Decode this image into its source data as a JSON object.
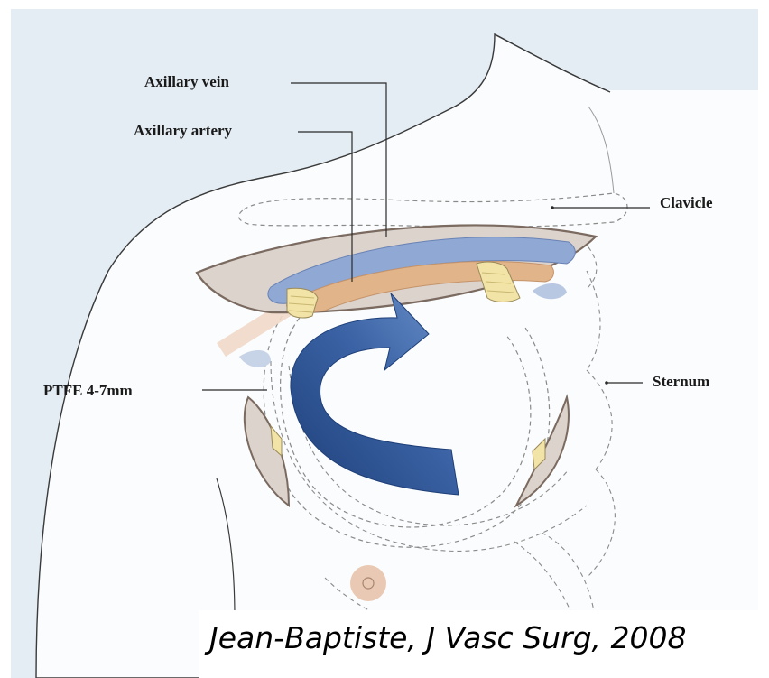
{
  "labels": {
    "axillary_vein": "Axillary vein",
    "axillary_artery": "Axillary artery",
    "clavicle": "Clavicle",
    "sternum": "Sternum",
    "ptfe": "PTFE 4-7mm"
  },
  "citation": "Jean-Baptiste, J Vasc Surg, 2008",
  "colors": {
    "background_tint": "#e3edf3",
    "body_fill": "#fbfcfd",
    "vein": "#8fa8d4",
    "artery": "#e2b48a",
    "incision_fill": "#dcd3cd",
    "graft_arrow_light": "#4a72b0",
    "graft_arrow_dark": "#1e3f78",
    "outline": "#3a3a3a",
    "dashed_outline": "#8a8a8a",
    "tendon_yellow": "#f2e3a6",
    "nipple": "#eac9b4"
  }
}
